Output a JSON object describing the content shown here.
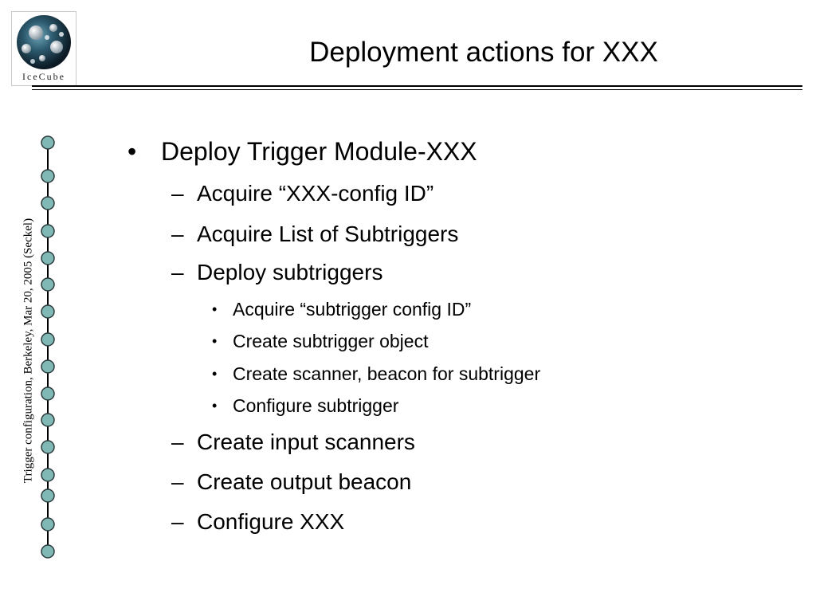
{
  "logo": {
    "text": "IceCube"
  },
  "title": "Deployment actions for XXX",
  "sidebar": {
    "text": "Trigger configuration, Berkeley, Mar 20, 2005 (Seckel)"
  },
  "bullets": {
    "l1": "Deploy Trigger Module-XXX",
    "s1": "Acquire “XXX-config ID”",
    "s2": "Acquire List of Subtriggers",
    "s3": "Deploy subtriggers",
    "t1": "Acquire “subtrigger config ID”",
    "t2": "Create subtrigger object",
    "t3": "Create scanner, beacon for subtrigger",
    "t4": "Configure subtrigger",
    "s4": "Create input scanners",
    "s5": "Create output beacon",
    "s6": "Configure XXX"
  },
  "markers": {
    "bullet": "•",
    "dash": "–",
    "small_bullet": "•"
  },
  "colors": {
    "chain_bead": "#7fb8b4",
    "chain_line": "#000000",
    "logo_sphere": "#1a3a4a"
  }
}
